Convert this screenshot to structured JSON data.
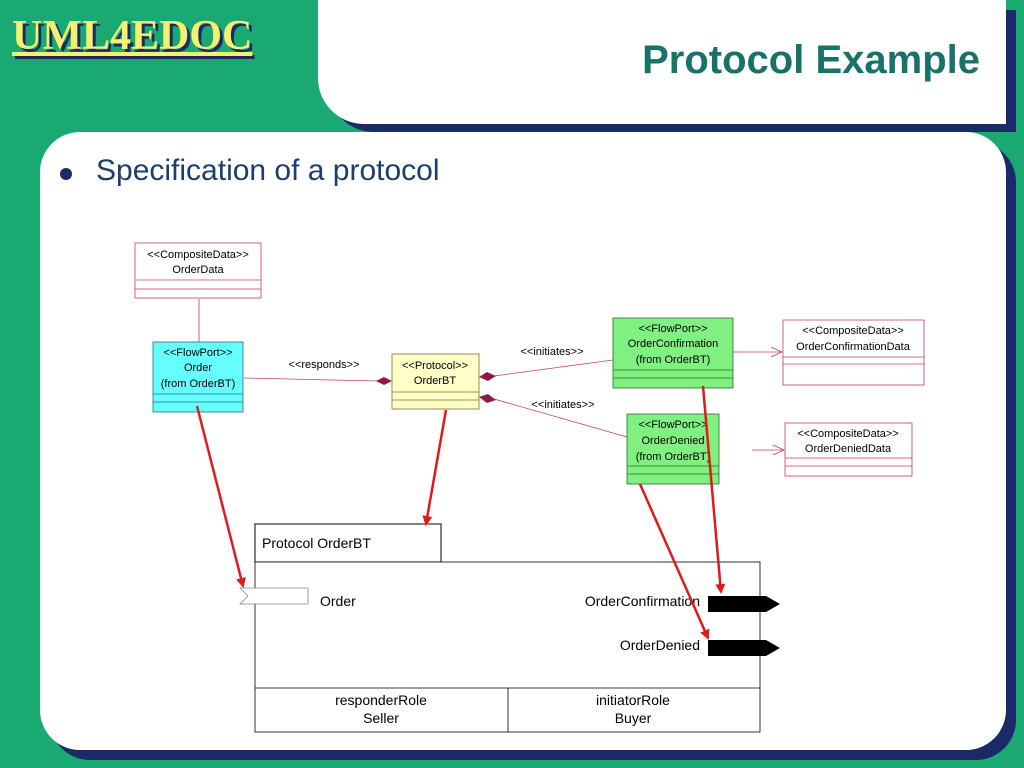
{
  "logo": "UML4EDOC",
  "title": "Protocol Example",
  "bullet": "Specification of a protocol",
  "diagram": {
    "order_data": {
      "stereotype": "<<CompositeData>>",
      "name": "OrderData"
    },
    "flowport_order": {
      "stereotype": "<<FlowPort>>",
      "name": "Order",
      "from": "(from OrderBT)"
    },
    "protocol": {
      "stereotype": "<<Protocol>>",
      "name": "OrderBT"
    },
    "flowport_confirmation": {
      "stereotype": "<<FlowPort>>",
      "name": "OrderConfirmation",
      "from": "(from OrderBT)"
    },
    "flowport_denied": {
      "stereotype": "<<FlowPort>>",
      "name": "OrderDenied",
      "from": "(from OrderBT)"
    },
    "confirmation_data": {
      "stereotype": "<<CompositeData>>",
      "name": "OrderConfirmationData"
    },
    "denied_data": {
      "stereotype": "<<CompositeData>>",
      "name": "OrderDeniedData"
    },
    "responds_label": "<<responds>>",
    "initiates_label_1": "<<initiates>>",
    "initiates_label_2": "<<initiates>>",
    "protocol_box": {
      "tab_label": "Protocol OrderBT",
      "port_order": "Order",
      "port_confirmation": "OrderConfirmation",
      "port_denied": "OrderDenied",
      "role_left": {
        "role": "responderRole",
        "name": "Seller"
      },
      "role_right": {
        "role": "initiatorRole",
        "name": "Buyer"
      }
    }
  },
  "colors": {
    "background": "#1aa972",
    "logo": "#f5f06e",
    "title": "#17726a",
    "shadow": "#1a2a66",
    "flowport_cyan": "#66ffff",
    "flowport_green": "#80f080",
    "protocol_yellow": "#ffffc8",
    "composite_border": "#c04060",
    "arrow_red": "#e01a1a"
  }
}
